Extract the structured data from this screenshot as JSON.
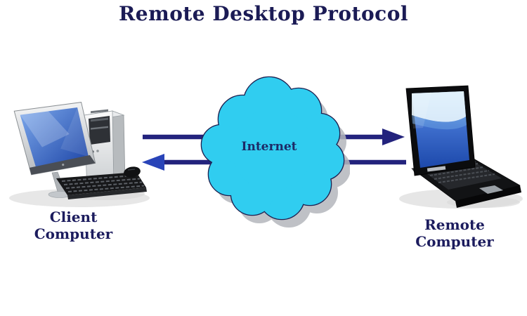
{
  "title": "Remote Desktop Protocol",
  "diagram": {
    "nodes": [
      {
        "id": "client",
        "label": "Client Computer",
        "icon": "desktop-computer-icon"
      },
      {
        "id": "internet",
        "label": "Internet",
        "icon": "cloud-icon"
      },
      {
        "id": "remote",
        "label": "Remote Computer",
        "icon": "laptop-icon"
      }
    ],
    "connections": [
      {
        "from": "client",
        "to": "remote",
        "via": "internet",
        "direction": "left-to-right",
        "icon": "arrow-right-icon"
      },
      {
        "from": "remote",
        "to": "client",
        "via": "internet",
        "direction": "right-to-left",
        "icon": "arrow-left-icon"
      }
    ]
  },
  "colors": {
    "background": "#ffffff",
    "title_text": "#1b1b55",
    "label_text": "#1c1c5e",
    "cloud_fill": "#30cdf0",
    "cloud_outline": "#1d2050",
    "cloud_shadow": "#b4b7bd",
    "arrow_line": "#23237d",
    "arrow_head_right": "#23237d",
    "arrow_head_left": "#2944b8"
  }
}
